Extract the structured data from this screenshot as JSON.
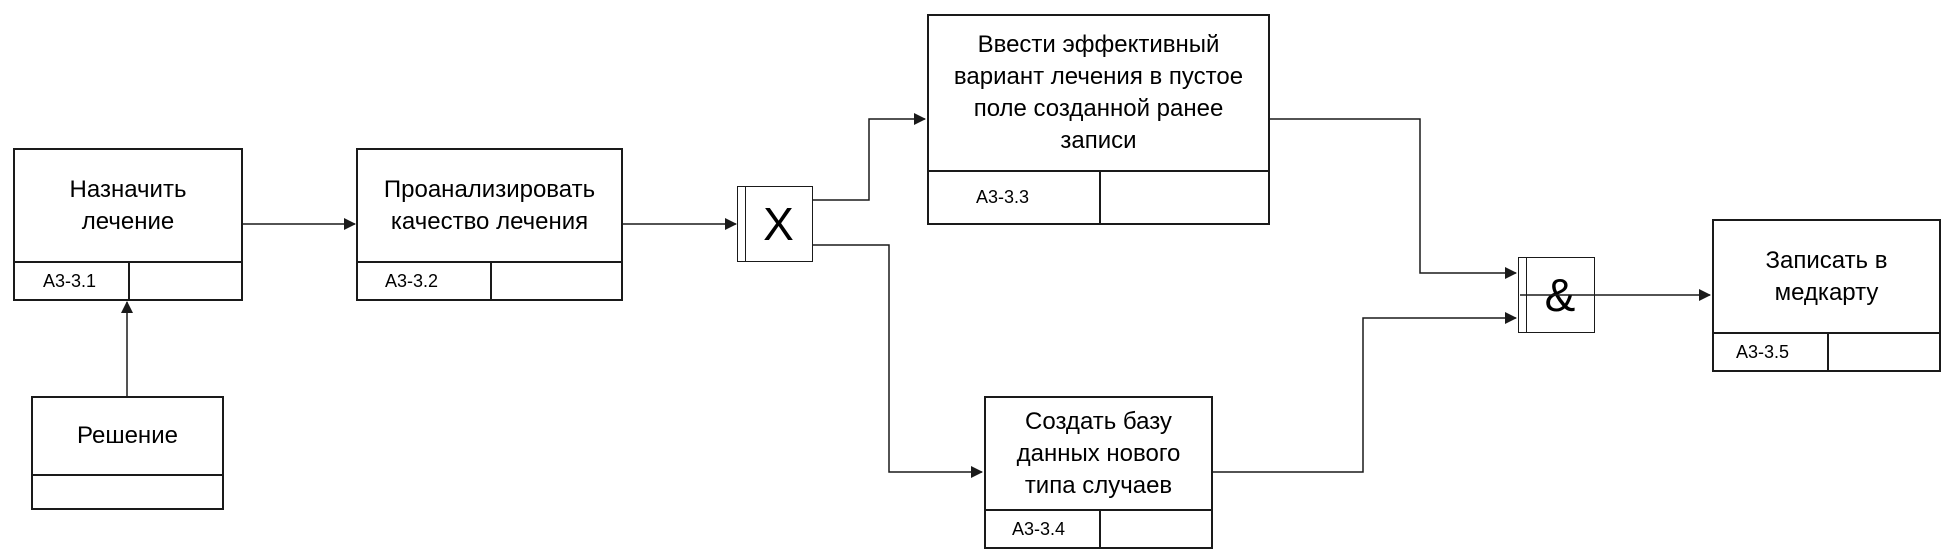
{
  "diagram": {
    "boxes": [
      {
        "key": "a31",
        "title": "Назначить лечение",
        "id": "А3-3.1"
      },
      {
        "key": "a32",
        "title": "Проанализировать качество лечения",
        "id": "А3-3.2"
      },
      {
        "key": "a33",
        "title": "Ввести эффективный вариант лечения в пустое поле созданной ранее записи",
        "id": "А3-3.3"
      },
      {
        "key": "a34",
        "title": "Создать базу данных нового типа случаев",
        "id": "А3-3.4"
      },
      {
        "key": "a35",
        "title": "Записать в медкарту",
        "id": "А3-3.5"
      },
      {
        "key": "decision",
        "title": "Решение",
        "id": ""
      }
    ],
    "junctions": [
      {
        "key": "xor",
        "symbol": "X"
      },
      {
        "key": "and",
        "symbol": "&"
      }
    ],
    "colors": {
      "stroke": "#1a1a1a",
      "background": "#ffffff",
      "text": "#000000"
    }
  }
}
